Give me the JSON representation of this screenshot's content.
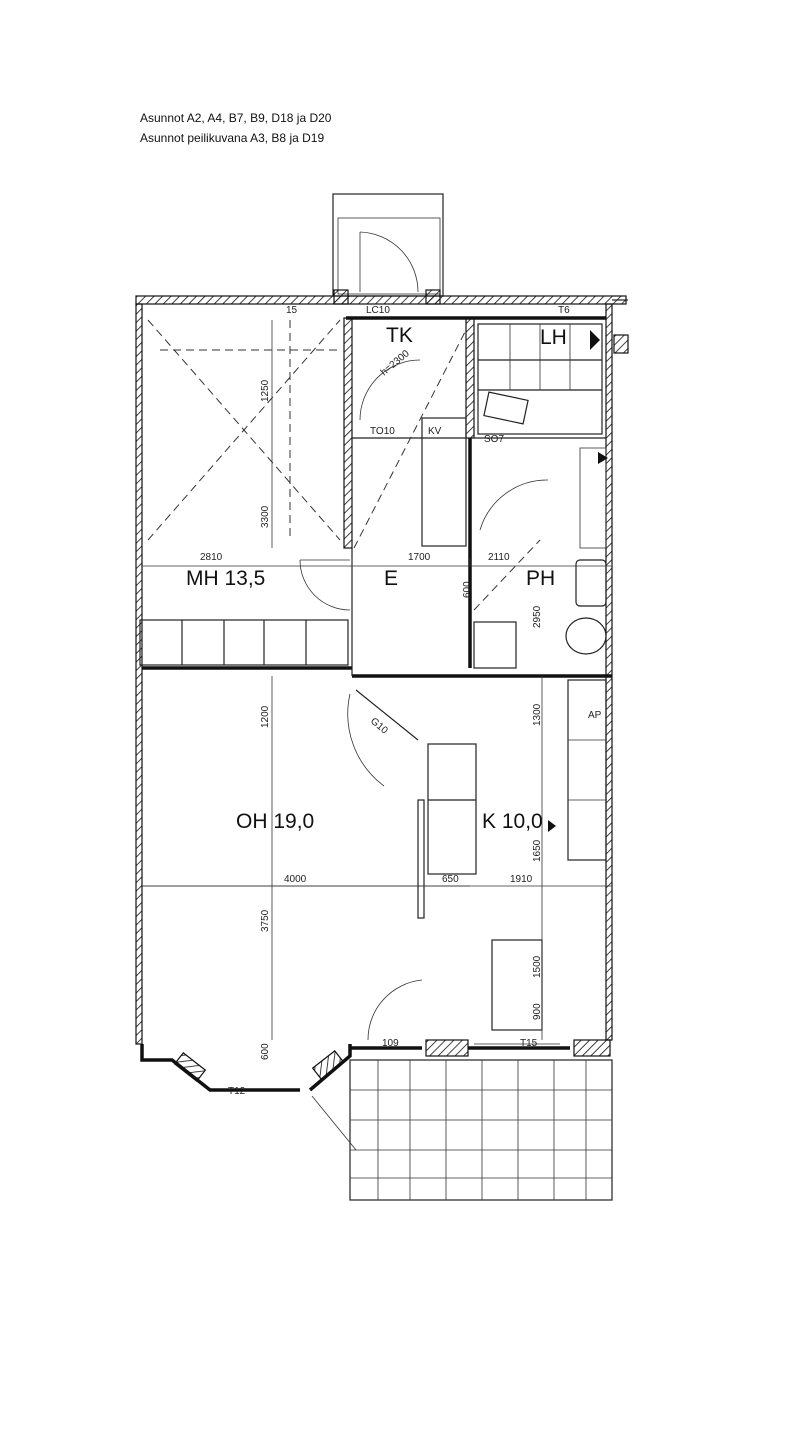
{
  "header": {
    "line1": "Asunnot A2, A4, B7, B9, D18 ja D20",
    "line2": "Asunnot peilikuvana A3, B8 ja D19"
  },
  "rooms": {
    "tk": "TK",
    "lh": "LH",
    "mh": "MH 13,5",
    "e": "E",
    "ph": "PH",
    "oh": "OH 19,0",
    "k": "K 10,0"
  },
  "dimensions": {
    "d2810": "2810",
    "d1700": "1700",
    "d2110": "2110",
    "d4000": "4000",
    "d650": "650",
    "d1910": "1910",
    "d3300": "3300",
    "d1250": "1250",
    "d1200": "1200",
    "d3750": "3750",
    "d600": "600",
    "d2950": "2950",
    "d1650": "1650",
    "d1300": "1300",
    "d1500": "1500",
    "d900": "900",
    "d600b": "600"
  },
  "labels": {
    "door_top_left": "15",
    "door_lc": "LC10",
    "door_t6": "T6",
    "door_to": "TO10",
    "door_so": "SO7",
    "door_g": "G10",
    "door_109": "109",
    "door_t15": "T15",
    "door_t12": "T12",
    "h2300": "h=2300",
    "kv": "KV",
    "ap": "AP"
  }
}
